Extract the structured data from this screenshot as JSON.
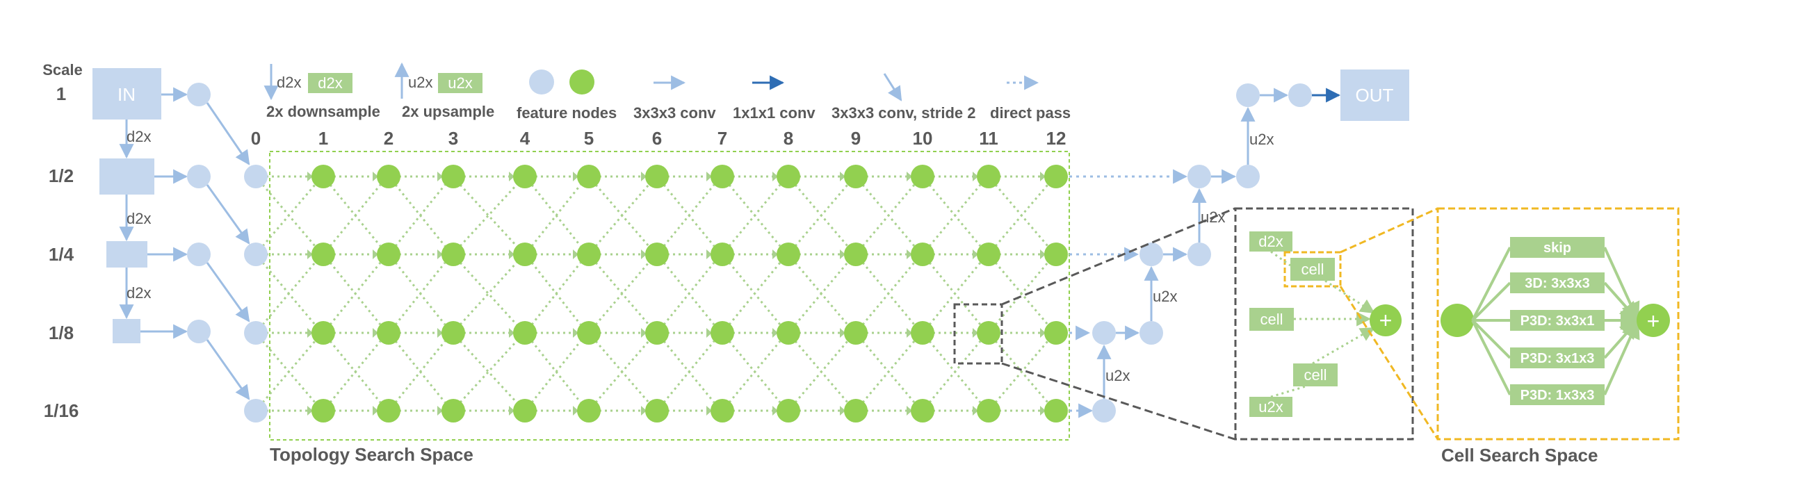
{
  "colors": {
    "blue_node": "#c5d7ee",
    "blue_line": "#9dbde3",
    "dark_blue": "#2e6db4",
    "green": "#92d050",
    "green_line": "#a9d18e",
    "label": "#595959",
    "gray_box": "#595959",
    "orange_box": "#f0b823"
  },
  "scale": {
    "header": "Scale",
    "rows": [
      "1",
      "1/2",
      "1/4",
      "1/8",
      "1/16"
    ]
  },
  "left_boxes": {
    "input": "IN",
    "downsample_labels": [
      "d2x",
      "d2x",
      "d2x"
    ]
  },
  "legend": {
    "down_arrow_label": "d2x",
    "down_box_label": "d2x",
    "down_caption": "2x downsample",
    "up_arrow_label": "u2x",
    "up_box_label": "u2x",
    "up_caption": "2x upsample",
    "nodes_caption": "feature nodes",
    "conv_caption": "3x3x3 conv",
    "pointwise_caption": "1x1x1 conv",
    "stride_caption": "3x3x3 conv, stride 2",
    "direct_caption": "direct pass"
  },
  "columns": [
    "0",
    "1",
    "2",
    "3",
    "4",
    "5",
    "6",
    "7",
    "8",
    "9",
    "10",
    "11",
    "12"
  ],
  "topology_caption": "Topology Search Space",
  "decoder": {
    "output": "OUT",
    "upsample_labels": [
      "u2x",
      "u2x",
      "u2x",
      "u2x"
    ]
  },
  "zoom": {
    "top_label": "d2x",
    "cell_top": "cell",
    "cell_mid": "cell",
    "cell_bottom": "cell",
    "bottom_label": "u2x",
    "plus": "+"
  },
  "cell_space": {
    "ops": [
      "skip",
      "3D: 3x3x3",
      "P3D: 3x3x1",
      "P3D: 3x1x3",
      "P3D: 1x3x3"
    ],
    "plus": "+",
    "caption": "Cell Search Space"
  }
}
